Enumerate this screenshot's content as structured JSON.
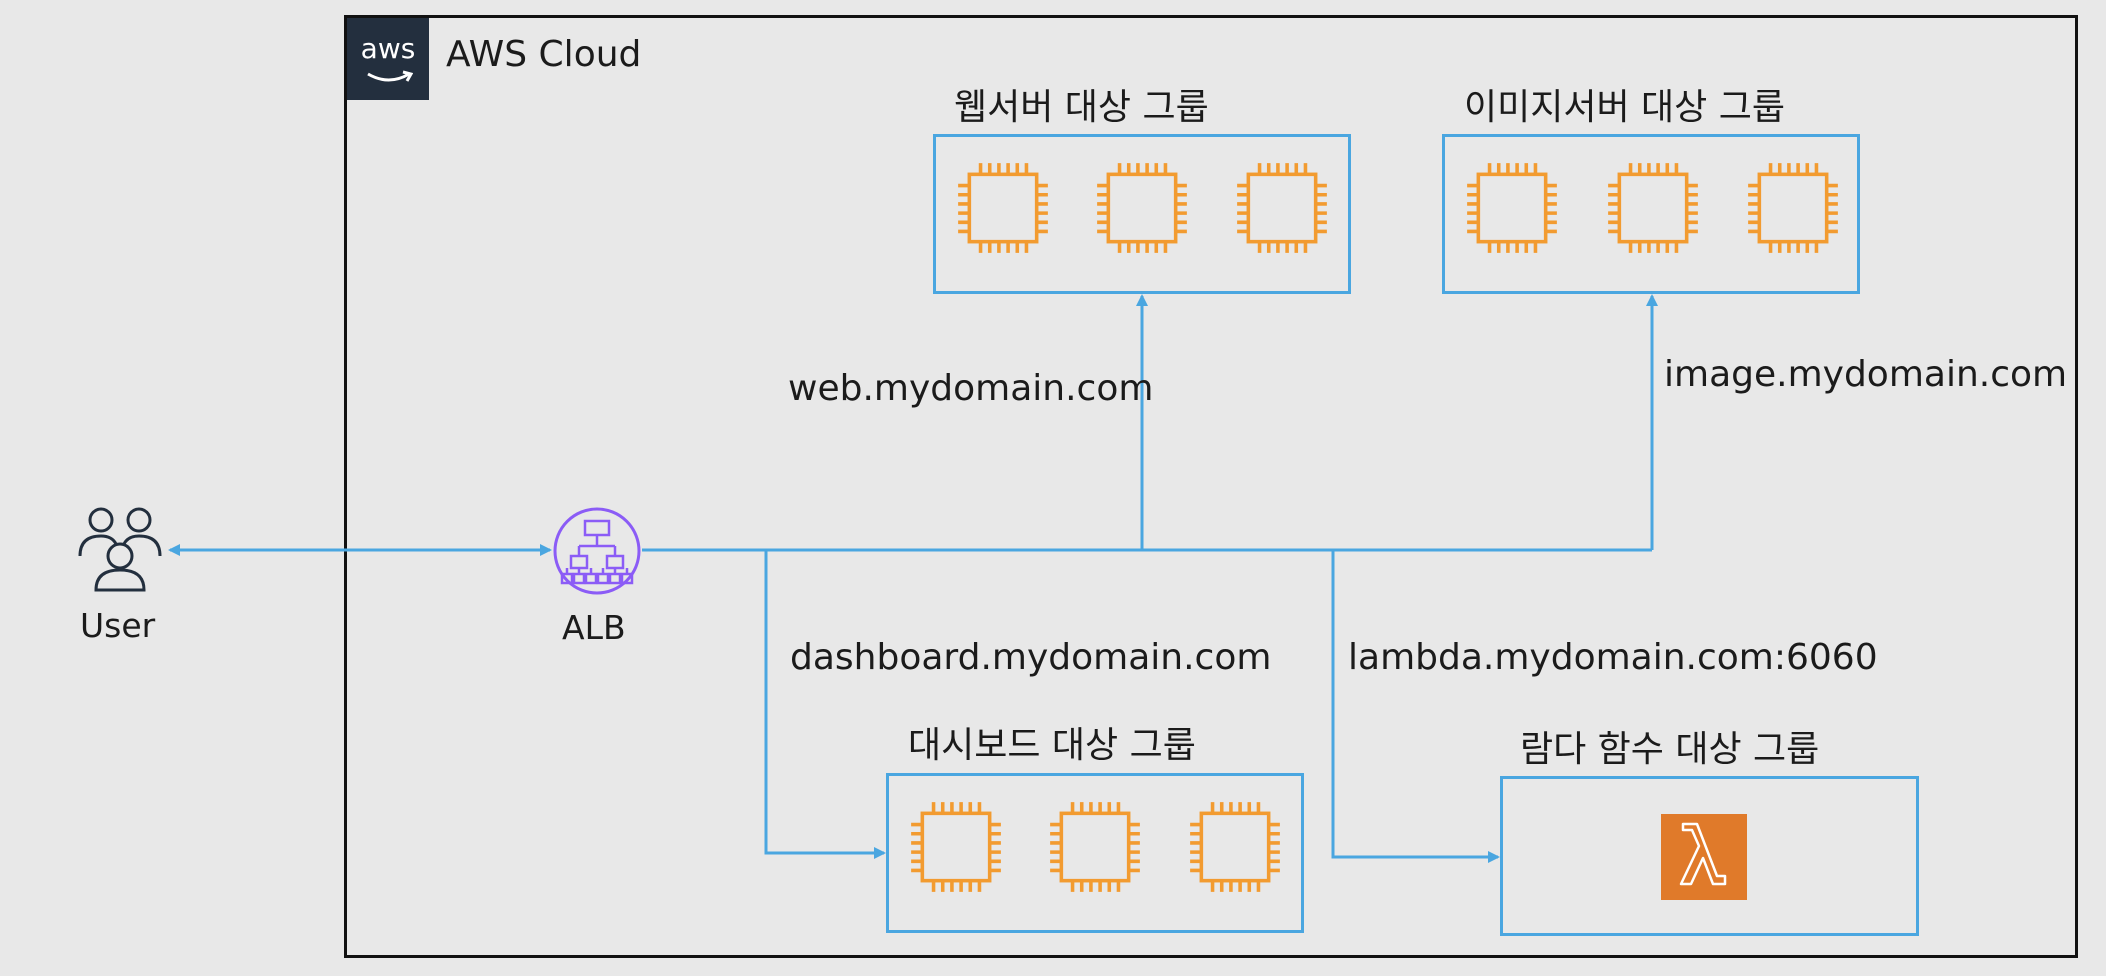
{
  "cloud": {
    "title": "AWS Cloud",
    "logo_text": "aws"
  },
  "user": {
    "label": "User"
  },
  "alb": {
    "label": "ALB"
  },
  "groups": {
    "web": {
      "title": "웹서버 대상 그룹"
    },
    "image": {
      "title": "이미지서버 대상 그룹"
    },
    "dashboard": {
      "title": "대시보드 대상 그룹"
    },
    "lambda": {
      "title": "람다 함수 대상 그룹"
    }
  },
  "routes": {
    "web": "web.mydomain.com",
    "image": "image.mydomain.com",
    "dashboard": "dashboard.mydomain.com",
    "lambda": "lambda.mydomain.com:6060"
  },
  "colors": {
    "line": "#4aa6e0",
    "chip": "#f29b30",
    "alb": "#8b5cf6",
    "lambda": "#e07a2a",
    "frame": "#111111"
  }
}
